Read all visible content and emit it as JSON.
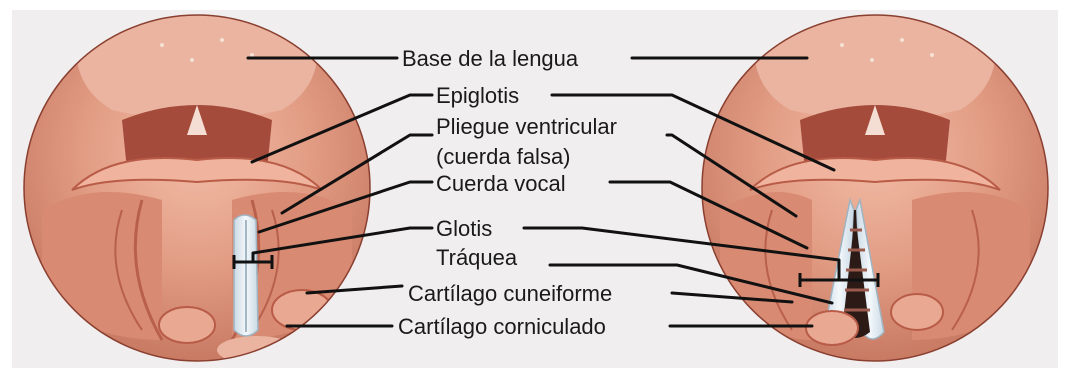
{
  "labels": {
    "base_lengua": "Base de la lengua",
    "epiglotis": "Epiglotis",
    "pliegue_1": "Pliegue ventricular",
    "pliegue_2": "(cuerda falsa)",
    "cuerda_vocal": "Cuerda vocal",
    "glotis": "Glotis",
    "traquea": "Tráquea",
    "cuneiforme": "Cartílago cuneiforme",
    "corniculado": "Cartílago corniculado"
  },
  "colors": {
    "background": "#f0eeee",
    "tissue": "#e29c84",
    "tissue_dark": "#b85c48",
    "fold_white": "#dfe9ef",
    "trachea": "#2b1a16",
    "leader_line": "#111111"
  },
  "views": [
    "closed-glottis",
    "open-glottis"
  ]
}
